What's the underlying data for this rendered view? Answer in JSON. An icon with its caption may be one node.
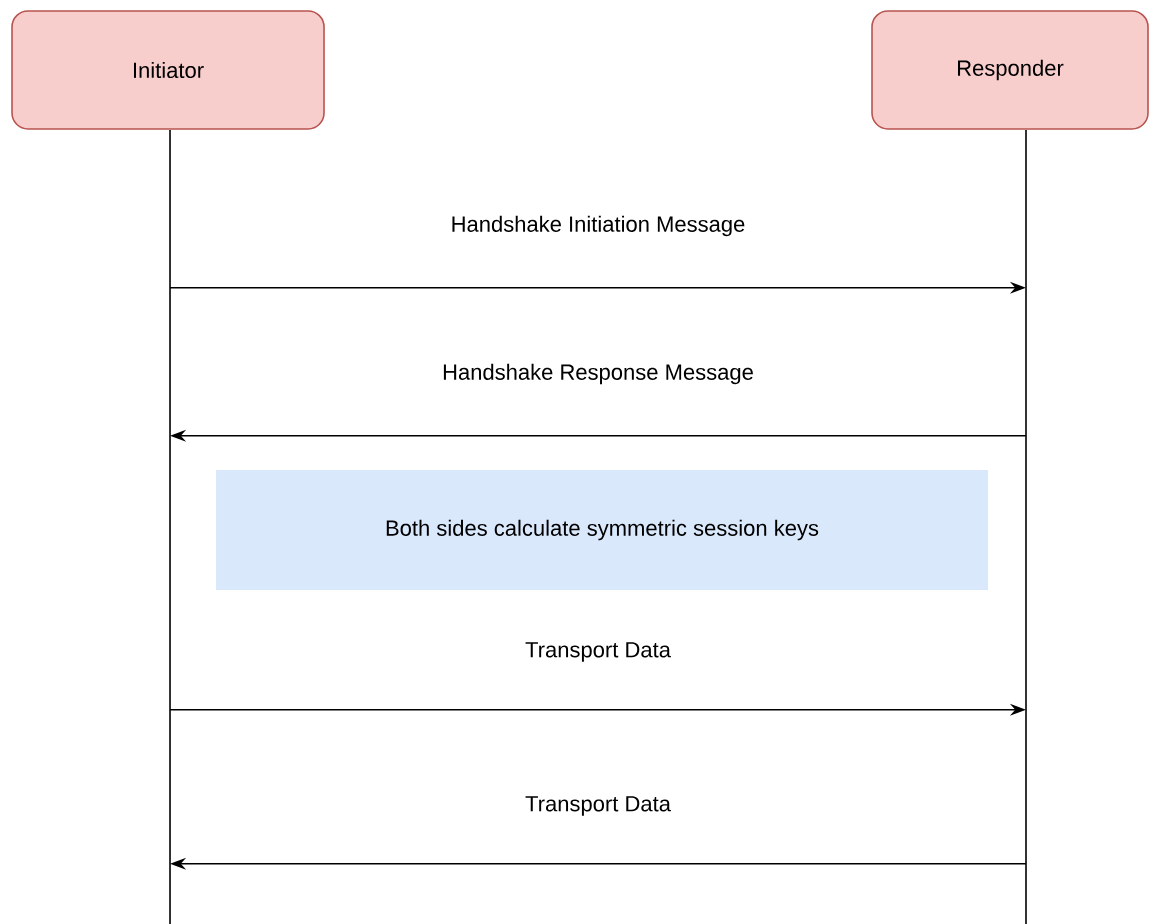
{
  "diagram": {
    "nodes": [
      {
        "text": [
          "Initiator"
        ]
      },
      {
        "text": [
          "Responder"
        ]
      },
      {
        "text": [
          "Both sides calculate symmetric session keys"
        ]
      }
    ],
    "edges": [
      {
        "from": 0,
        "to": 1,
        "arrow": "to",
        "label": "Handshake Initiation Message"
      },
      {
        "from": 1,
        "to": 0,
        "arrow": "to",
        "label": "Handshake Response Message"
      },
      {
        "from": 0,
        "to": 1,
        "arrow": "to",
        "label": "Transport Data"
      },
      {
        "from": 1,
        "to": 0,
        "arrow": "to",
        "label": "Transport Data"
      }
    ]
  }
}
